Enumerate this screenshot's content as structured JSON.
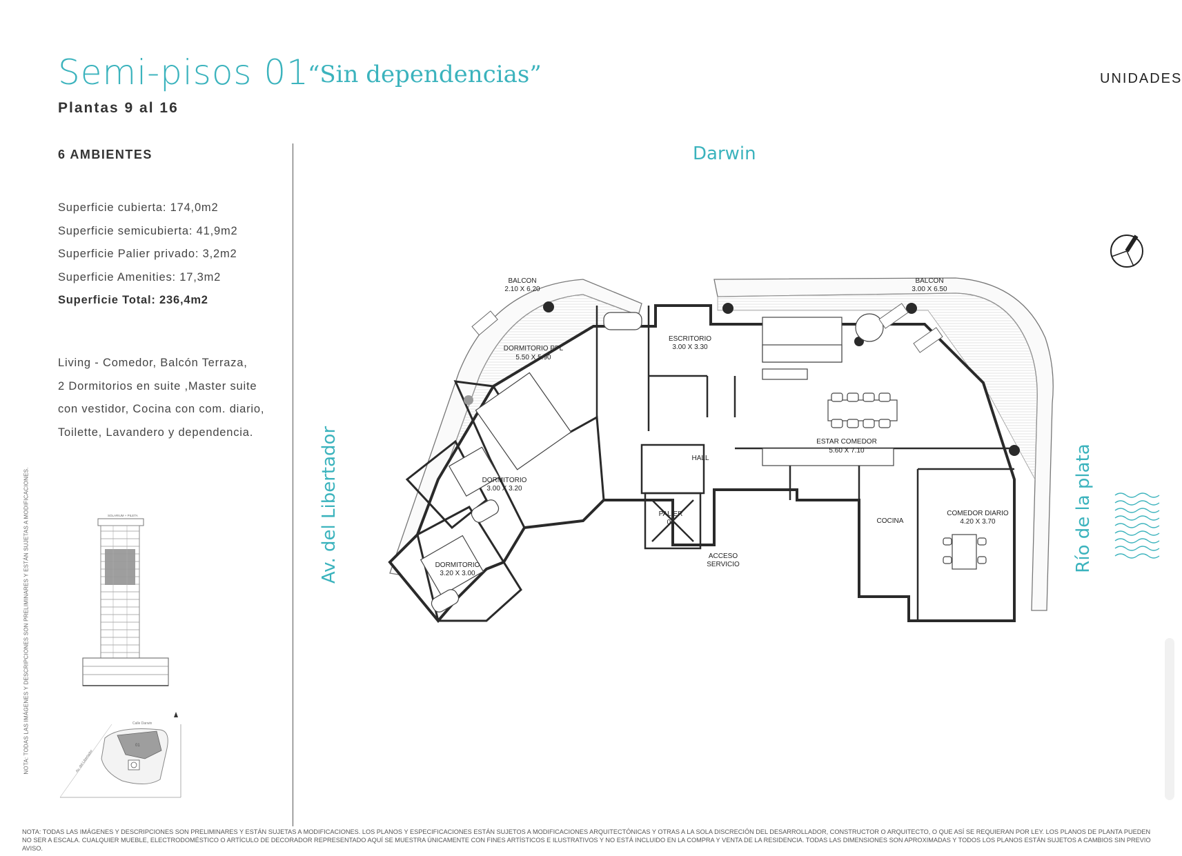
{
  "header": {
    "title_main": "Semi-pisos 01",
    "title_sub": "“Sin dependencias”",
    "subtitle": "Plantas 9 al 16",
    "nav_label": "UNIDADES"
  },
  "sidebar": {
    "ambientes": "6 AMBIENTES",
    "specs": [
      "Superficie cubierta: 174,0m2",
      "Superficie semicubierta: 41,9m2",
      "Superficie Palier privado: 3,2m2",
      "Superficie Amenities: 17,3m2"
    ],
    "total": "Superficie Total: 236,4m2",
    "description": [
      "Living - Comedor, Balcón Terraza,",
      "2 Dormitorios en suite ,Master suite",
      "con vestidor, Cocina con com. diario,",
      "Toilette, Lavandero y dependencia."
    ],
    "vertical_note": "NOTA: TODAS LAS IMÁGENES Y DESCRIPCIONES SON PRELIMINARES Y ESTÁN SUJETAS A MODIFICACIONES."
  },
  "plan": {
    "streets": {
      "top": "Darwin",
      "left": "Av. del Libertador",
      "right": "Río de la plata"
    },
    "rooms": {
      "balcon_left": [
        "BALCON",
        "2.10  X  6.20"
      ],
      "balcon_right": [
        "BALCON",
        "3.00  X  6.50"
      ],
      "dormitorio_ppl": [
        "DORMITORIO PPL",
        "5.50  X  5.90"
      ],
      "escritorio": [
        "ESCRITORIO",
        "3.00  X  3.30"
      ],
      "estar_comedor": [
        "ESTAR  COMEDOR",
        "5.60  X  7.10"
      ],
      "hall": [
        "HALL"
      ],
      "dormitorio_1": [
        "DORMITORIO",
        "3.00  X  3.20"
      ],
      "dormitorio_2": [
        "DORMITORIO",
        "3.20  X  3.00"
      ],
      "palier": [
        "PALIER",
        "01"
      ],
      "acceso": [
        "ACCESO",
        "SERVICIO"
      ],
      "cocina": [
        "COCINA"
      ],
      "comedor_diario": [
        "COMEDOR  DIARIO",
        "4.20  X  3.70"
      ]
    },
    "minimap_labels": {
      "street": "Calle Darwin",
      "avenue": "Av. del Libertador",
      "unit": "01",
      "tower_top": "SOLARIUM + PILETA"
    }
  },
  "footer": {
    "note": "NOTA: TODAS LAS IMÁGENES Y DESCRIPCIONES SON PRELIMINARES Y ESTÁN SUJETAS A MODIFICACIONES. LOS PLANOS Y ESPECIFICACIONES ESTÁN SUJETOS A MODIFICACIONES ARQUITECTÓNICAS Y OTRAS A LA SOLA DISCRECIÓN DEL DESARROLLADOR, CONSTRUCTOR O ARQUITECTO, O QUE ASÍ SE REQUIERAN POR LEY. LOS PLANOS DE PLANTA PUEDEN NO SER A ESCALA. CUALQUIER MUEBLE, ELECTRODOMÉSTICO O ARTÍCULO DE DECORADOR REPRESENTADO AQUÍ SE MUESTRA ÚNICAMENTE CON FINES ARTÍSTICOS E ILUSTRATIVOS Y NO ESTÁ INCLUIDO EN LA COMPRA Y VENTA DE LA RESIDENCIA. TODAS LAS DIMENSIONES SON APROXIMADAS Y TODOS LOS PLANOS ESTÁN SUJETOS A CAMBIOS SIN PREVIO AVISO."
  },
  "colors": {
    "accent": "#3bb3bd",
    "text": "#333333",
    "wall": "#2a2a2a",
    "highlight_floor": "#9e9e9e"
  },
  "icons": [
    "compass-icon",
    "water-waves-icon"
  ]
}
